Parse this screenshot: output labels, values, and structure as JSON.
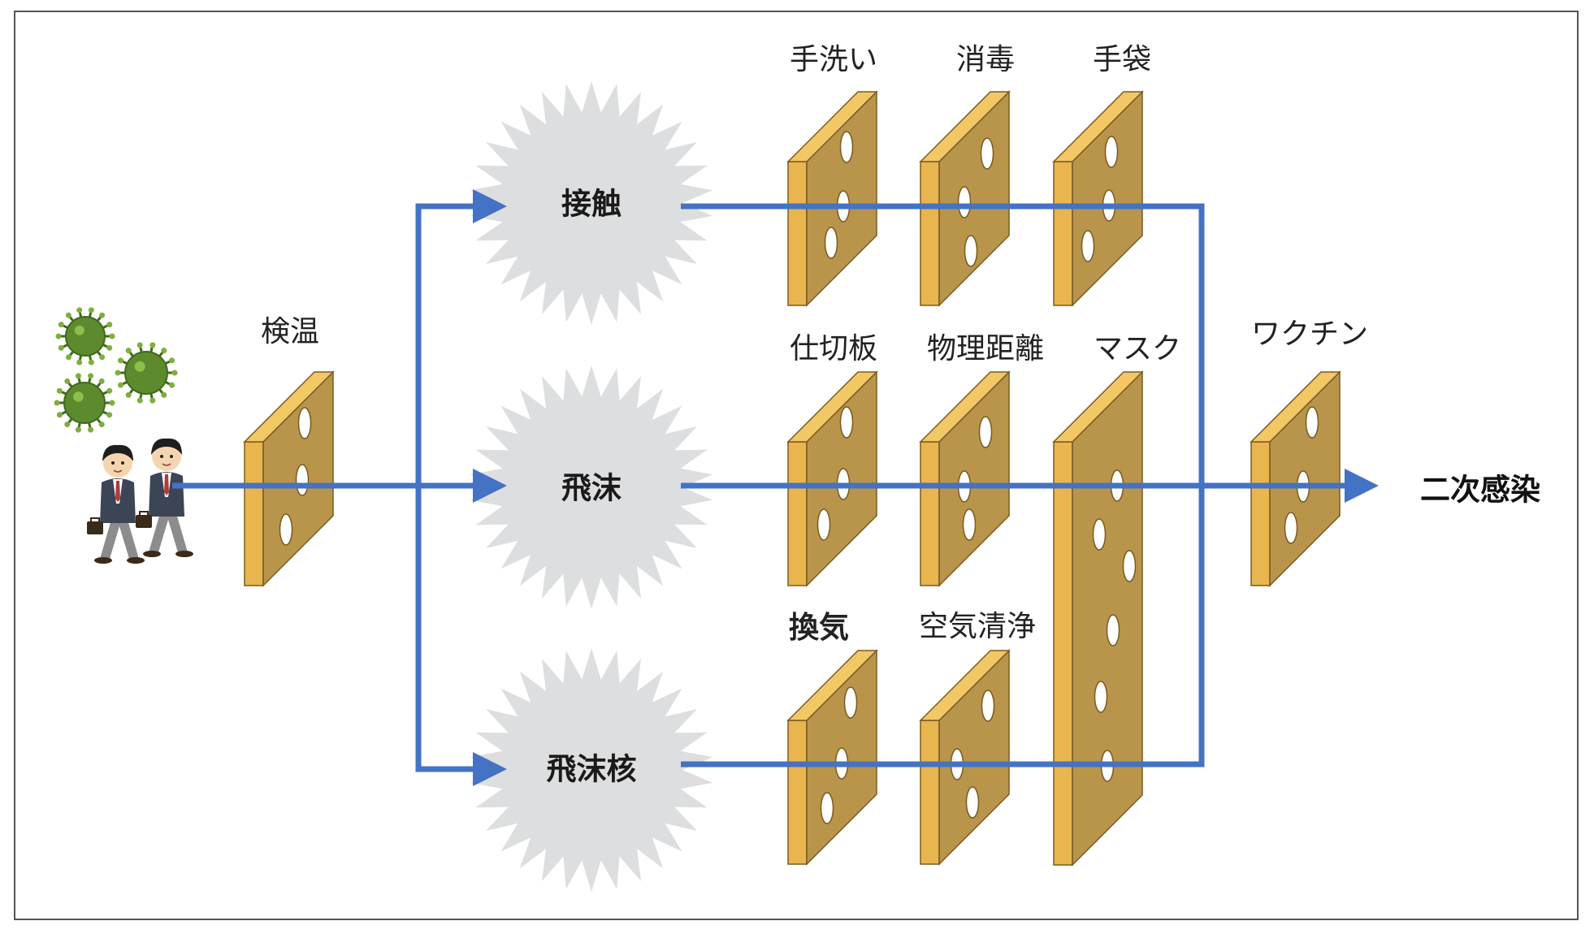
{
  "colors": {
    "line": "#4472C4",
    "panel_front": "#B8954A",
    "panel_side": "#E9B54E",
    "panel_top": "#F2C766",
    "panel_edge": "#7A5A20",
    "burst": "#DDDEDF",
    "virus": "#5E8A2E",
    "suit": "#3B4556"
  },
  "icons": {
    "virus": "virus-icon",
    "people": "business-people-icon"
  },
  "entry_barrier": {
    "label": "検温"
  },
  "routes": [
    {
      "id": "contact",
      "label": "接触"
    },
    {
      "id": "droplet",
      "label": "飛沫"
    },
    {
      "id": "aerosol",
      "label": "飛沫核"
    }
  ],
  "barriers": {
    "handwash": "手洗い",
    "disinfect": "消毒",
    "gloves": "手袋",
    "partition": "仕切板",
    "distance": "物理距離",
    "mask": "マスク",
    "ventilation": "換気",
    "air_purify": "空気清浄",
    "vaccine": "ワクチン"
  },
  "result": {
    "label": "二次感染"
  }
}
